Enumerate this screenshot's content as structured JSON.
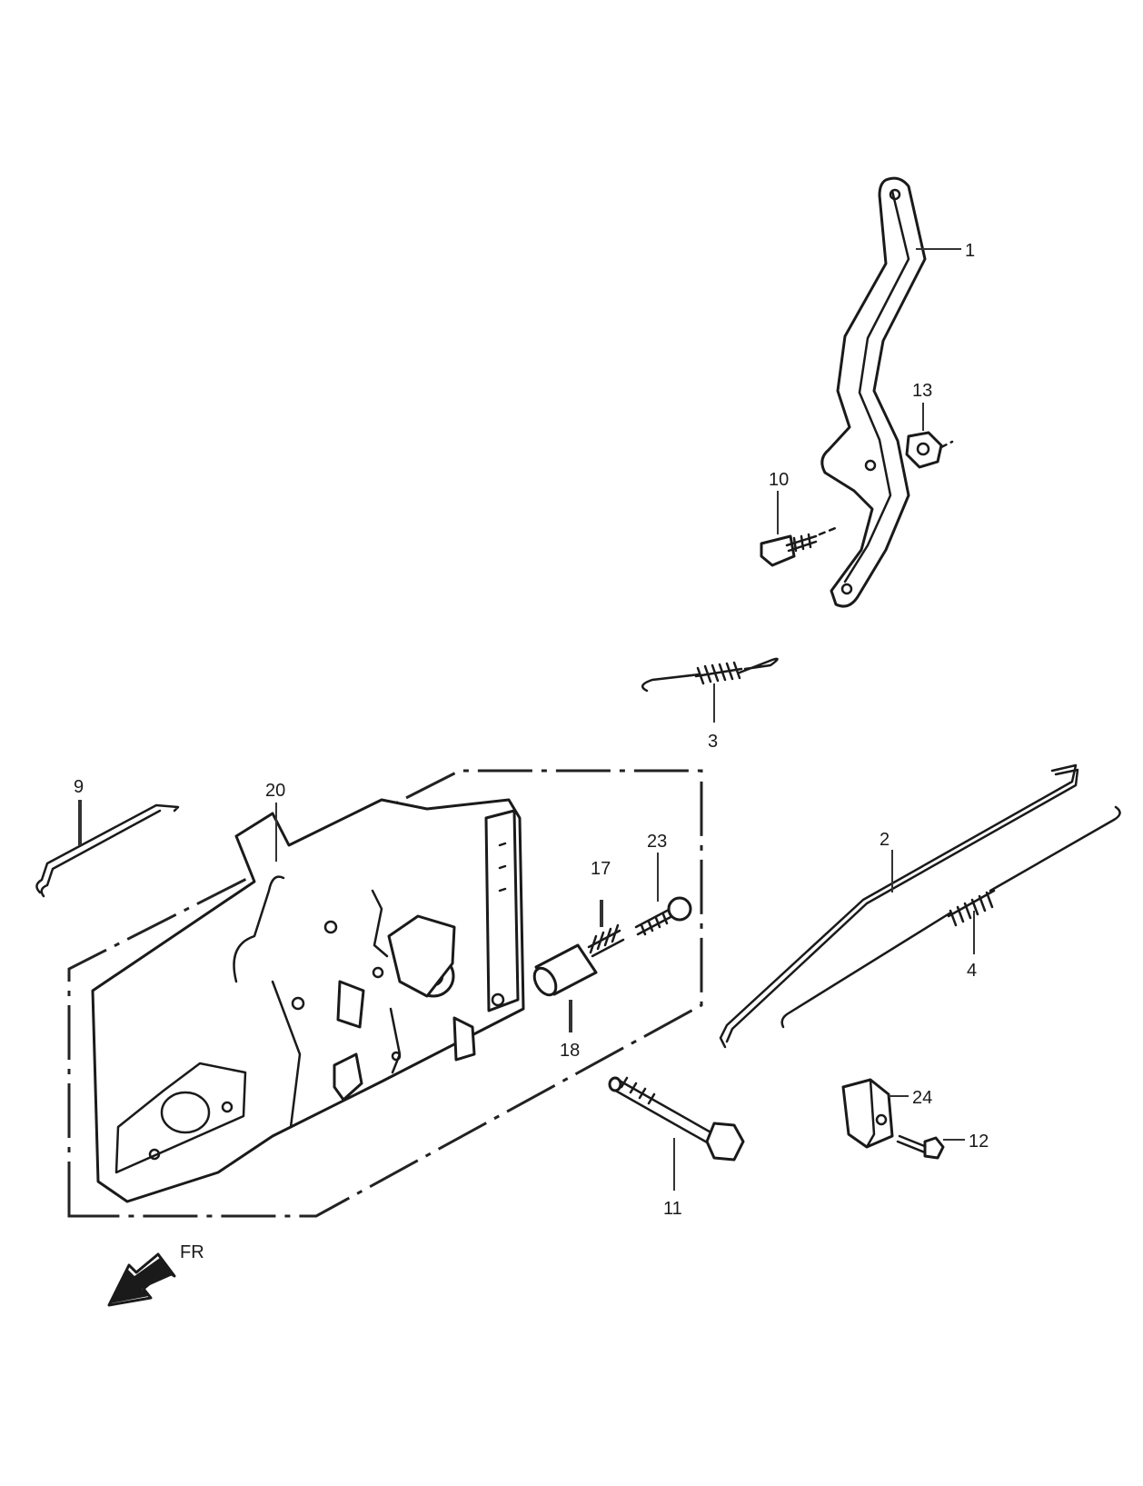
{
  "diagram": {
    "callouts": [
      {
        "id": "c1",
        "label": "1"
      },
      {
        "id": "c2",
        "label": "2"
      },
      {
        "id": "c3",
        "label": "3"
      },
      {
        "id": "c4",
        "label": "4"
      },
      {
        "id": "c9",
        "label": "9"
      },
      {
        "id": "c10",
        "label": "10"
      },
      {
        "id": "c11",
        "label": "11"
      },
      {
        "id": "c12",
        "label": "12"
      },
      {
        "id": "c13",
        "label": "13"
      },
      {
        "id": "c17",
        "label": "17"
      },
      {
        "id": "c18",
        "label": "18"
      },
      {
        "id": "c20",
        "label": "20"
      },
      {
        "id": "c23",
        "label": "23"
      },
      {
        "id": "c24",
        "label": "24"
      }
    ],
    "direction_label": "FR",
    "line_color": "#1a1a1a",
    "background": "#ffffff"
  }
}
